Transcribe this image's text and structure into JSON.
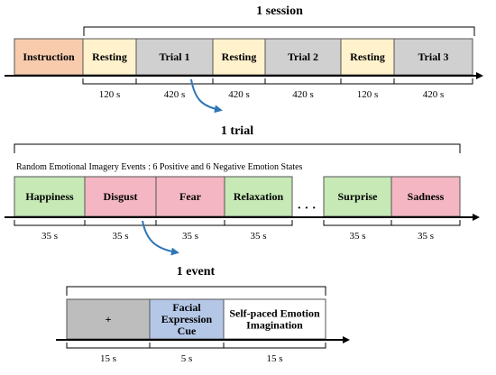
{
  "colors": {
    "instruction": "#f8cbad",
    "resting": "#fff2cc",
    "trial": "#d0d0d0",
    "positive": "#c6e9b6",
    "negative": "#f4b6c2",
    "fixation": "#bdbdbd",
    "cue": "#b4c7e7",
    "imagination": "#ffffff",
    "arrow": "#2e75b6"
  },
  "session": {
    "title": "1 session",
    "blocks": [
      {
        "label": "Instruction",
        "kind": "instruction"
      },
      {
        "label": "Resting",
        "kind": "resting"
      },
      {
        "label": "Trial 1",
        "kind": "trial"
      },
      {
        "label": "Resting",
        "kind": "resting"
      },
      {
        "label": "Trial 2",
        "kind": "trial"
      },
      {
        "label": "Resting",
        "kind": "resting"
      },
      {
        "label": "Trial 3",
        "kind": "trial"
      }
    ],
    "durations": [
      "120 s",
      "420 s",
      "420 s",
      "420 s",
      "120 s",
      "420 s"
    ]
  },
  "trial": {
    "title": "1 trial",
    "description": "Random Emotional Imagery Events : 6 Positive and 6 Negative Emotion States",
    "ellipsis": "· · ·",
    "blocks": [
      {
        "label": "Happiness",
        "kind": "positive"
      },
      {
        "label": "Disgust",
        "kind": "negative"
      },
      {
        "label": "Fear",
        "kind": "negative"
      },
      {
        "label": "Relaxation",
        "kind": "positive"
      },
      {
        "label": "Surprise",
        "kind": "positive"
      },
      {
        "label": "Sadness",
        "kind": "negative"
      }
    ],
    "durations": [
      "35 s",
      "35 s",
      "35 s",
      "35 s",
      "35 s",
      "35 s"
    ]
  },
  "event": {
    "title": "1 event",
    "blocks": [
      {
        "lines": [
          "+"
        ],
        "kind": "fixation"
      },
      {
        "lines": [
          "Facial",
          "Expression",
          "Cue"
        ],
        "kind": "cue"
      },
      {
        "lines": [
          "Self-paced Emotion",
          "Imagination"
        ],
        "kind": "imagination"
      }
    ],
    "durations": [
      "15 s",
      "5 s",
      "15 s"
    ]
  }
}
